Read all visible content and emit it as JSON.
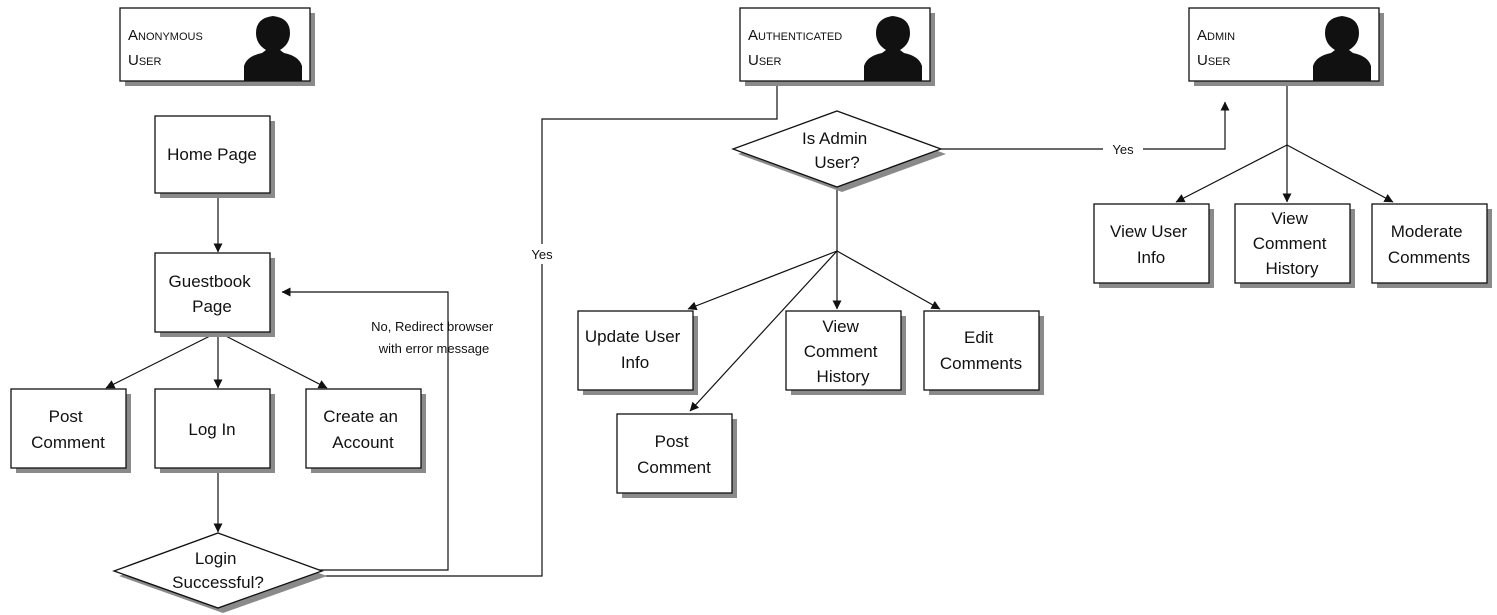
{
  "colors": {
    "line": "#111111",
    "shadow": "#8a8a8a",
    "background": "#ffffff",
    "silhouette": "#111111"
  },
  "icons": [
    "user-silhouette-icon",
    "arrowhead-icon"
  ],
  "roles": {
    "anonymous": {
      "line1": [
        "A",
        "NONYMOUS"
      ],
      "line2": [
        "U",
        "SER"
      ]
    },
    "authenticated": {
      "line1": [
        "A",
        "UTHENTICATED"
      ],
      "line2": [
        "U",
        "SER"
      ]
    },
    "admin": {
      "line1": [
        "A",
        "DMIN"
      ],
      "line2": [
        "U",
        "SER"
      ]
    }
  },
  "nodes": {
    "home_page": [
      "Home Page"
    ],
    "guestbook_page": [
      "Guestbook",
      "Page"
    ],
    "post_comment": [
      "Post",
      "Comment"
    ],
    "log_in": [
      "Log In"
    ],
    "create_account": [
      "Create an",
      "Account"
    ],
    "login_successful": [
      "Login",
      "Successful?"
    ],
    "is_admin": [
      "Is Admin",
      "User?"
    ],
    "update_user_info": [
      "Update User",
      "Info"
    ],
    "view_comment_history": [
      "View",
      "Comment",
      "History"
    ],
    "edit_comments": [
      "Edit",
      "Comments"
    ],
    "post_comment_auth": [
      "Post",
      "Comment"
    ],
    "view_user_info": [
      "View User",
      "Info"
    ],
    "view_comment_history_admin": [
      "View",
      "Comment",
      "History"
    ],
    "moderate_comments": [
      "Moderate",
      "Comments"
    ]
  },
  "edge_labels": {
    "login_no": [
      "No, Redirect browser",
      "with error message"
    ],
    "login_yes": "Yes",
    "admin_yes": "Yes"
  }
}
